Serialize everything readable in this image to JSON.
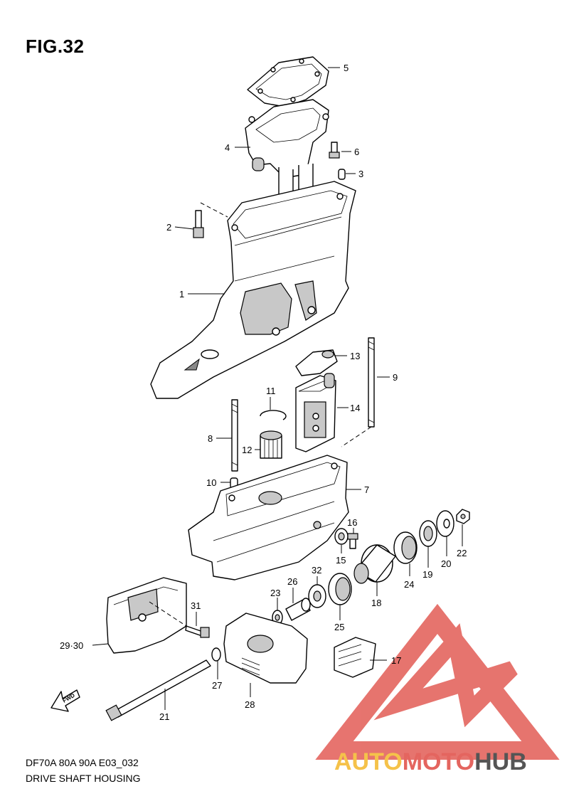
{
  "figure": {
    "title": "FIG.32",
    "code": "DF70A 80A 90A E03_032",
    "name": "DRIVE SHAFT HOUSING",
    "fwd_label": "FWD"
  },
  "callouts": [
    {
      "key": "c1",
      "label": "1"
    },
    {
      "key": "c2",
      "label": "2"
    },
    {
      "key": "c3",
      "label": "3"
    },
    {
      "key": "c4",
      "label": "4"
    },
    {
      "key": "c5",
      "label": "5"
    },
    {
      "key": "c6",
      "label": "6"
    },
    {
      "key": "c7",
      "label": "7"
    },
    {
      "key": "c8",
      "label": "8"
    },
    {
      "key": "c9",
      "label": "9"
    },
    {
      "key": "c10",
      "label": "10"
    },
    {
      "key": "c11",
      "label": "11"
    },
    {
      "key": "c12",
      "label": "12"
    },
    {
      "key": "c13",
      "label": "13"
    },
    {
      "key": "c14",
      "label": "14"
    },
    {
      "key": "c15",
      "label": "15"
    },
    {
      "key": "c16",
      "label": "16"
    },
    {
      "key": "c17",
      "label": "17"
    },
    {
      "key": "c18",
      "label": "18"
    },
    {
      "key": "c19",
      "label": "19"
    },
    {
      "key": "c20",
      "label": "20"
    },
    {
      "key": "c21",
      "label": "21"
    },
    {
      "key": "c22",
      "label": "22"
    },
    {
      "key": "c23",
      "label": "23"
    },
    {
      "key": "c24",
      "label": "24"
    },
    {
      "key": "c25",
      "label": "25"
    },
    {
      "key": "c26",
      "label": "26"
    },
    {
      "key": "c27",
      "label": "27"
    },
    {
      "key": "c28",
      "label": "28"
    },
    {
      "key": "c2930",
      "label": "29·30"
    },
    {
      "key": "c31",
      "label": "31"
    },
    {
      "key": "c32",
      "label": "32"
    }
  ],
  "watermark": {
    "part1": "AUTO",
    "part2": "MOTO",
    "part3": "HUB",
    "color_auto": "#f5c24a",
    "color_moto": "#e4655f",
    "color_hub": "#555555"
  }
}
